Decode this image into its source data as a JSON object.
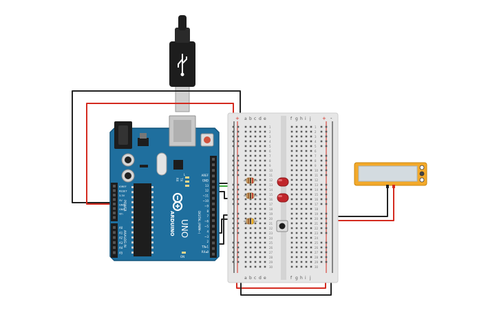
{
  "colors": {
    "wire_red": "#d42a1f",
    "wire_black": "#222222",
    "wire_green": "#3aa83a",
    "board_blue": "#1f6f9e",
    "board_dark": "#14557c",
    "breadboard": "#e6e6e6",
    "led_red": "#c0262b",
    "lcd_frame": "#f3a92a",
    "lcd_screen": "#d3dbe0"
  },
  "arduino": {
    "logo_text": "ARDUINO",
    "model_text": "UNO",
    "reset_label": "RESET",
    "digital_label": "DIGITAL (PWM~)",
    "power_label": "POWER",
    "analog_label": "ANALOG IN",
    "power_pins": [
      "IOREF",
      "RESET",
      "3.3V",
      "5V",
      "GND",
      "GND",
      "Vin"
    ],
    "analog_pins": [
      "A0",
      "A1",
      "A2",
      "A3",
      "A4",
      "A5"
    ],
    "digital_pins": [
      "AREF",
      "GND",
      "13",
      "12",
      "~11",
      "~10",
      "~9",
      "8",
      "7",
      "~6",
      "~5",
      "4",
      "~3",
      "2",
      "TX▸1",
      "RX◂0"
    ],
    "tx_label": "TX",
    "rx_label": "RX",
    "l_label": "L",
    "on_label": "ON",
    "icsp_label": "ICSP"
  },
  "breadboard": {
    "left_columns": [
      "a",
      "b",
      "c",
      "d",
      "e"
    ],
    "right_columns": [
      "f",
      "g",
      "h",
      "i",
      "j"
    ],
    "plus": "+",
    "minus": "-",
    "row_numbers": [
      "1",
      "2",
      "3",
      "4",
      "5",
      "6",
      "7",
      "8",
      "9",
      "10",
      "11",
      "12",
      "13",
      "14",
      "15",
      "16",
      "17",
      "18",
      "19",
      "20",
      "21",
      "22",
      "23",
      "24",
      "25",
      "26",
      "27",
      "28",
      "29",
      "30"
    ]
  },
  "components": {
    "led_count": 2,
    "resistor_count": 3,
    "pushbutton_count": 1,
    "lcd_count": 1
  }
}
